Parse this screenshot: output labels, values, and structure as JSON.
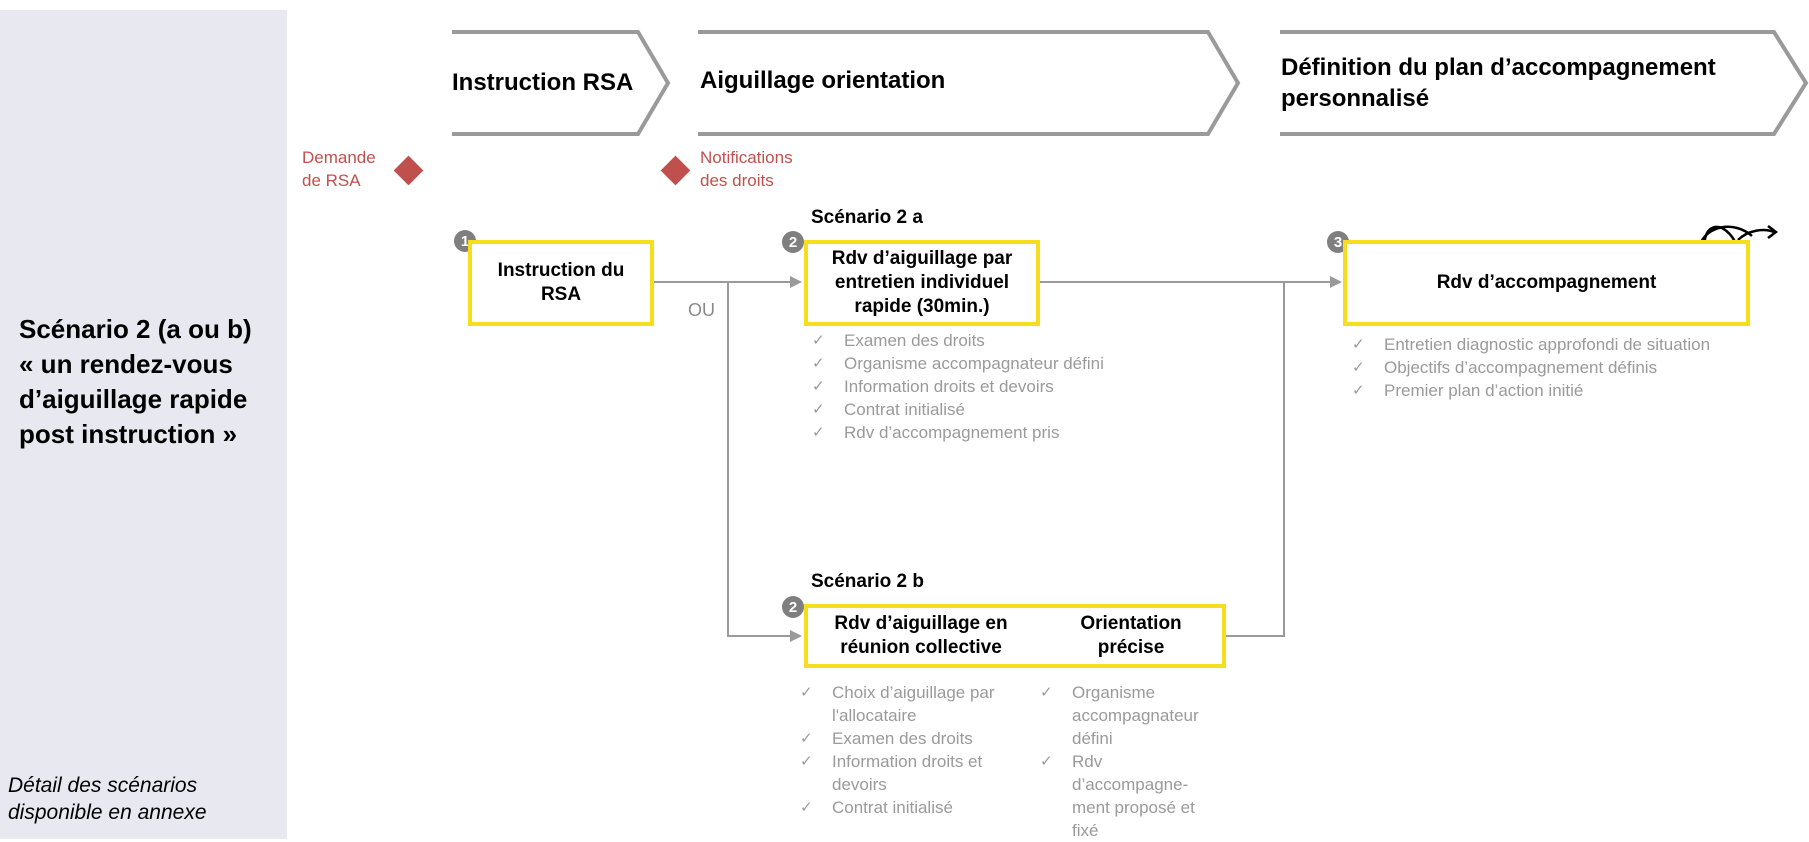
{
  "sidebar": {
    "title": "Scénario 2 (a ou b)\n« un rendez-vous d’aiguillage rapide post instruction »",
    "footnote": "Détail des scénarios disponible en annexe"
  },
  "phases": [
    {
      "label": "Instruction RSA"
    },
    {
      "label": "Aiguillage orientation"
    },
    {
      "label": "Définition du plan d’accompagnement personnalisé"
    }
  ],
  "milestones": {
    "demande": "Demande de RSA",
    "notifications": "Notifications des droits"
  },
  "steps": {
    "instruction": {
      "badge": "1",
      "label": "Instruction du RSA"
    },
    "scenario_a": {
      "title": "Scénario 2 a",
      "badge": "2",
      "label": "Rdv d’aiguillage par entretien individuel rapide (30min.)",
      "checks": [
        "Examen des droits",
        "Organisme accompagnateur défini",
        "Information droits et devoirs",
        "Contrat initialisé",
        "Rdv d’accompagnement pris"
      ]
    },
    "scenario_b": {
      "title": "Scénario 2 b",
      "badge": "2",
      "label_left": "Rdv d’aiguillage en réunion collective",
      "label_right": "Orientation précise",
      "checks_left": [
        "Choix d’aiguillage par l'allocataire",
        "Examen des droits",
        "Information droits et devoirs",
        "Contrat initialisé"
      ],
      "checks_right": [
        "Organisme accompagnateur défini",
        "Rdv d’accompagne-ment proposé et fixé"
      ]
    },
    "accompagnement": {
      "badge": "3",
      "label": "Rdv d’accompagnement",
      "checks": [
        "Entretien diagnostic approfondi de situation",
        "Objectifs d’accompagnement définis",
        "Premier plan d’action initié"
      ]
    },
    "ou": "OU"
  },
  "colors": {
    "highlight": "#f5dd1f",
    "milestone": "#c0504d",
    "connector": "#9a9a9a",
    "sidebar": "#e8e8f0"
  }
}
